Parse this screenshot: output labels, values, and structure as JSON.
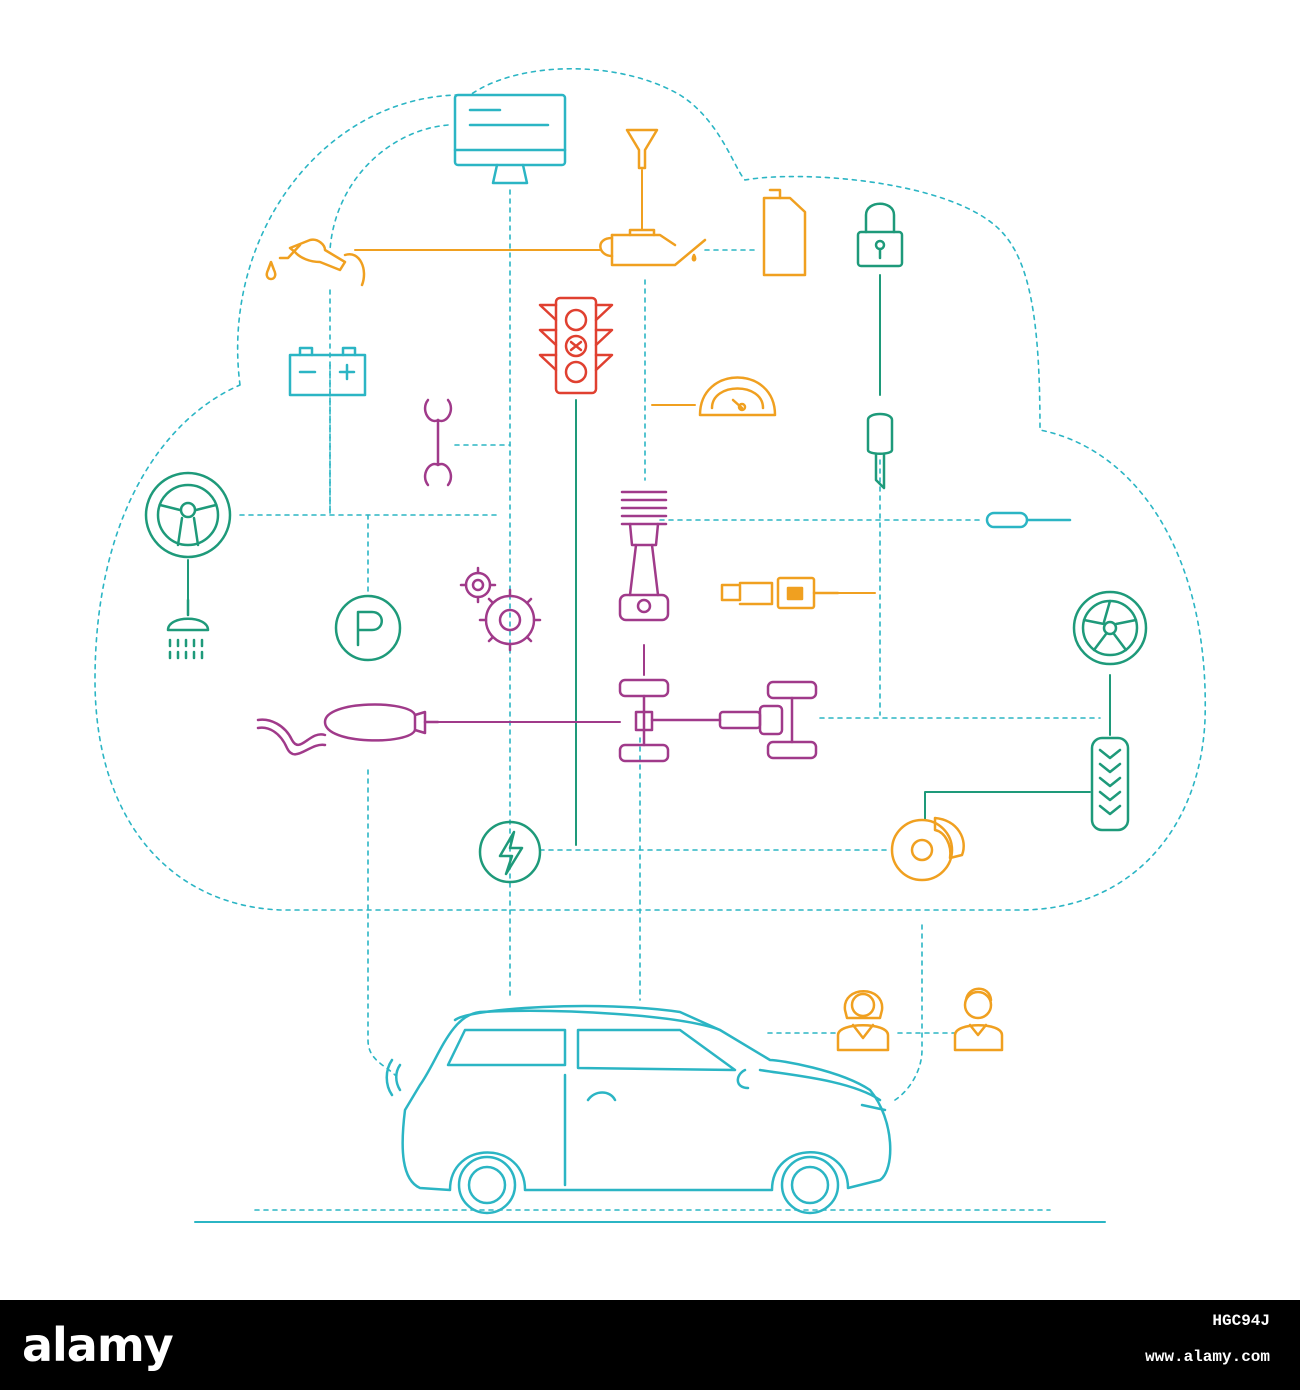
{
  "colors": {
    "teal": "#2bb5c4",
    "green": "#1e9a7a",
    "orange": "#f0a020",
    "red": "#e04030",
    "magenta": "#a03a8a",
    "footer_bg": "#000000",
    "footer_text": "#ffffff"
  },
  "icons": [
    "monitor-icon",
    "funnel-icon",
    "oil-can-icon",
    "jerrycan-icon",
    "padlock-icon",
    "fuel-nozzle-icon",
    "battery-icon",
    "traffic-light-icon",
    "speedometer-icon",
    "wrench-icon",
    "car-key-icon",
    "steering-wheel-icon",
    "piston-icon",
    "dipstick-icon",
    "seatbelt-icon",
    "shower-icon",
    "parking-icon",
    "gears-icon",
    "wheel-rim-icon",
    "exhaust-icon",
    "drivetrain-icon",
    "tire-icon",
    "electric-icon",
    "brake-disc-icon",
    "woman-avatar-icon",
    "man-avatar-icon",
    "car-icon"
  ],
  "footer": {
    "brand": "alamy",
    "image_id": "HGC94J",
    "url": "www.alamy.com"
  }
}
